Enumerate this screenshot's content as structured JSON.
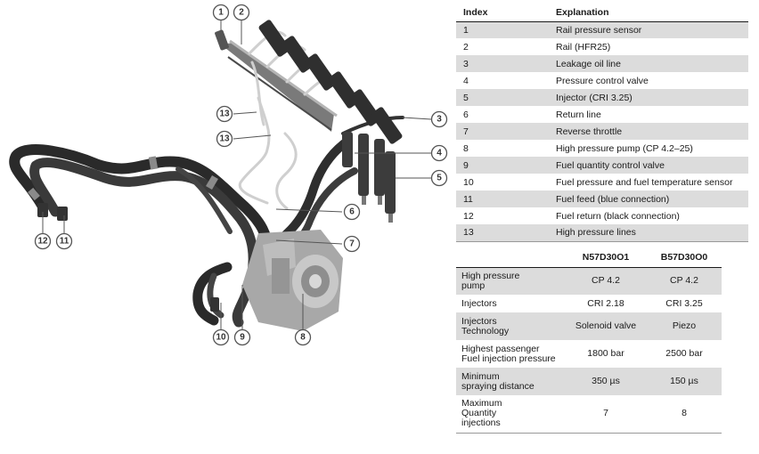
{
  "callouts": [
    "1",
    "2",
    "3",
    "4",
    "5",
    "6",
    "7",
    "8",
    "9",
    "10",
    "11",
    "12",
    "13",
    "13"
  ],
  "index_table": {
    "headers": [
      "Index",
      "Explanation"
    ],
    "rows": [
      {
        "index": "1",
        "explanation": "Rail pressure sensor"
      },
      {
        "index": "2",
        "explanation": "Rail (HFR25)"
      },
      {
        "index": "3",
        "explanation": "Leakage oil line"
      },
      {
        "index": "4",
        "explanation": "Pressure control valve"
      },
      {
        "index": "5",
        "explanation": "Injector (CRI 3.25)"
      },
      {
        "index": "6",
        "explanation": "Return line"
      },
      {
        "index": "7",
        "explanation": "Reverse throttle"
      },
      {
        "index": "8",
        "explanation": "High pressure pump (CP 4.2–25)"
      },
      {
        "index": "9",
        "explanation": "Fuel quantity control valve"
      },
      {
        "index": "10",
        "explanation": "Fuel pressure and fuel temperature sensor"
      },
      {
        "index": "11",
        "explanation": "Fuel feed (blue connection)"
      },
      {
        "index": "12",
        "explanation": "Fuel return (black connection)"
      },
      {
        "index": "13",
        "explanation": "High pressure lines"
      }
    ]
  },
  "compare_table": {
    "headers": [
      "",
      "N57D30O1",
      "B57D30O0"
    ],
    "rows": [
      {
        "label": "High pressure\npump",
        "n57": "CP 4.2",
        "b57": "CP 4.2"
      },
      {
        "label": "Injectors",
        "n57": "CRI 2.18",
        "b57": "CRI 3.25"
      },
      {
        "label": "Injectors\nTechnology",
        "n57": "Solenoid valve",
        "b57": "Piezo"
      },
      {
        "label": "Highest passenger\nFuel injection pressure",
        "n57": "1800 bar",
        "b57": "2500 bar"
      },
      {
        "label": "Minimum\nspraying distance",
        "n57": "350 µs",
        "b57": "150 µs"
      },
      {
        "label": "Maximum\nQuantity\ninjections",
        "n57": "7",
        "b57": "8"
      }
    ]
  }
}
